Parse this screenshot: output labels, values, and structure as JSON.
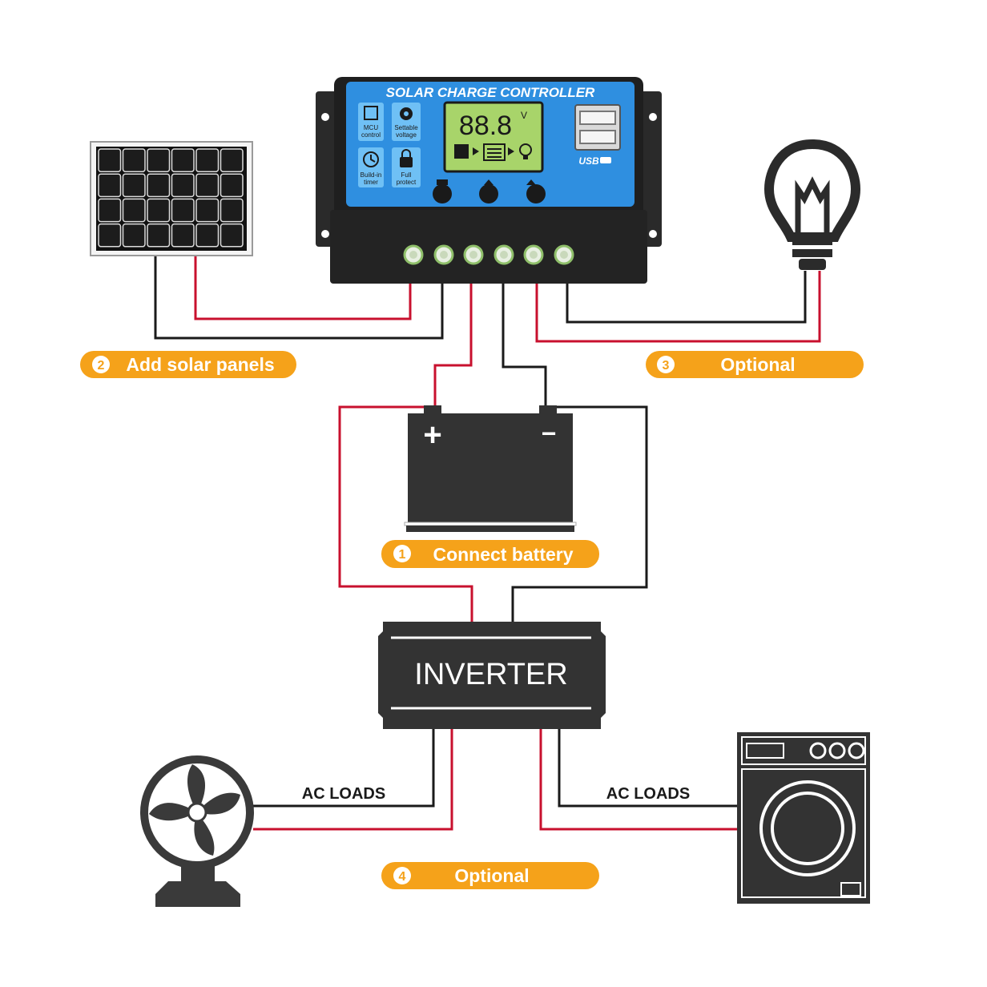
{
  "controller": {
    "title": "SOLAR CHARGE CONTROLLER",
    "lcd_reading": "88.8",
    "lcd_unit": "V",
    "features": [
      {
        "line1": "MCU",
        "line2": "control"
      },
      {
        "line1": "Settable",
        "line2": "voltage"
      },
      {
        "line1": "Build-in",
        "line2": "timer"
      },
      {
        "line1": "Full",
        "line2": "protect"
      }
    ],
    "usb_label": "USB"
  },
  "steps": {
    "connect_battery": {
      "number": "1",
      "label": "Connect battery"
    },
    "add_solar_panels": {
      "number": "2",
      "label": "Add solar panels"
    },
    "optional_dc_load": {
      "number": "3",
      "label": "Optional"
    },
    "optional_ac_load": {
      "number": "4",
      "label": "Optional"
    }
  },
  "battery": {
    "plus": "+",
    "minus": "−"
  },
  "inverter": {
    "label": "INVERTER"
  },
  "ac_loads": {
    "left": "AC LOADS",
    "right": "AC LOADS"
  },
  "colors": {
    "wire_red": "#c8102e",
    "wire_black": "#1a1a1a",
    "badge_orange": "#f5a21a",
    "controller_blue": "#2f8fe0",
    "device_dark": "#333333"
  }
}
